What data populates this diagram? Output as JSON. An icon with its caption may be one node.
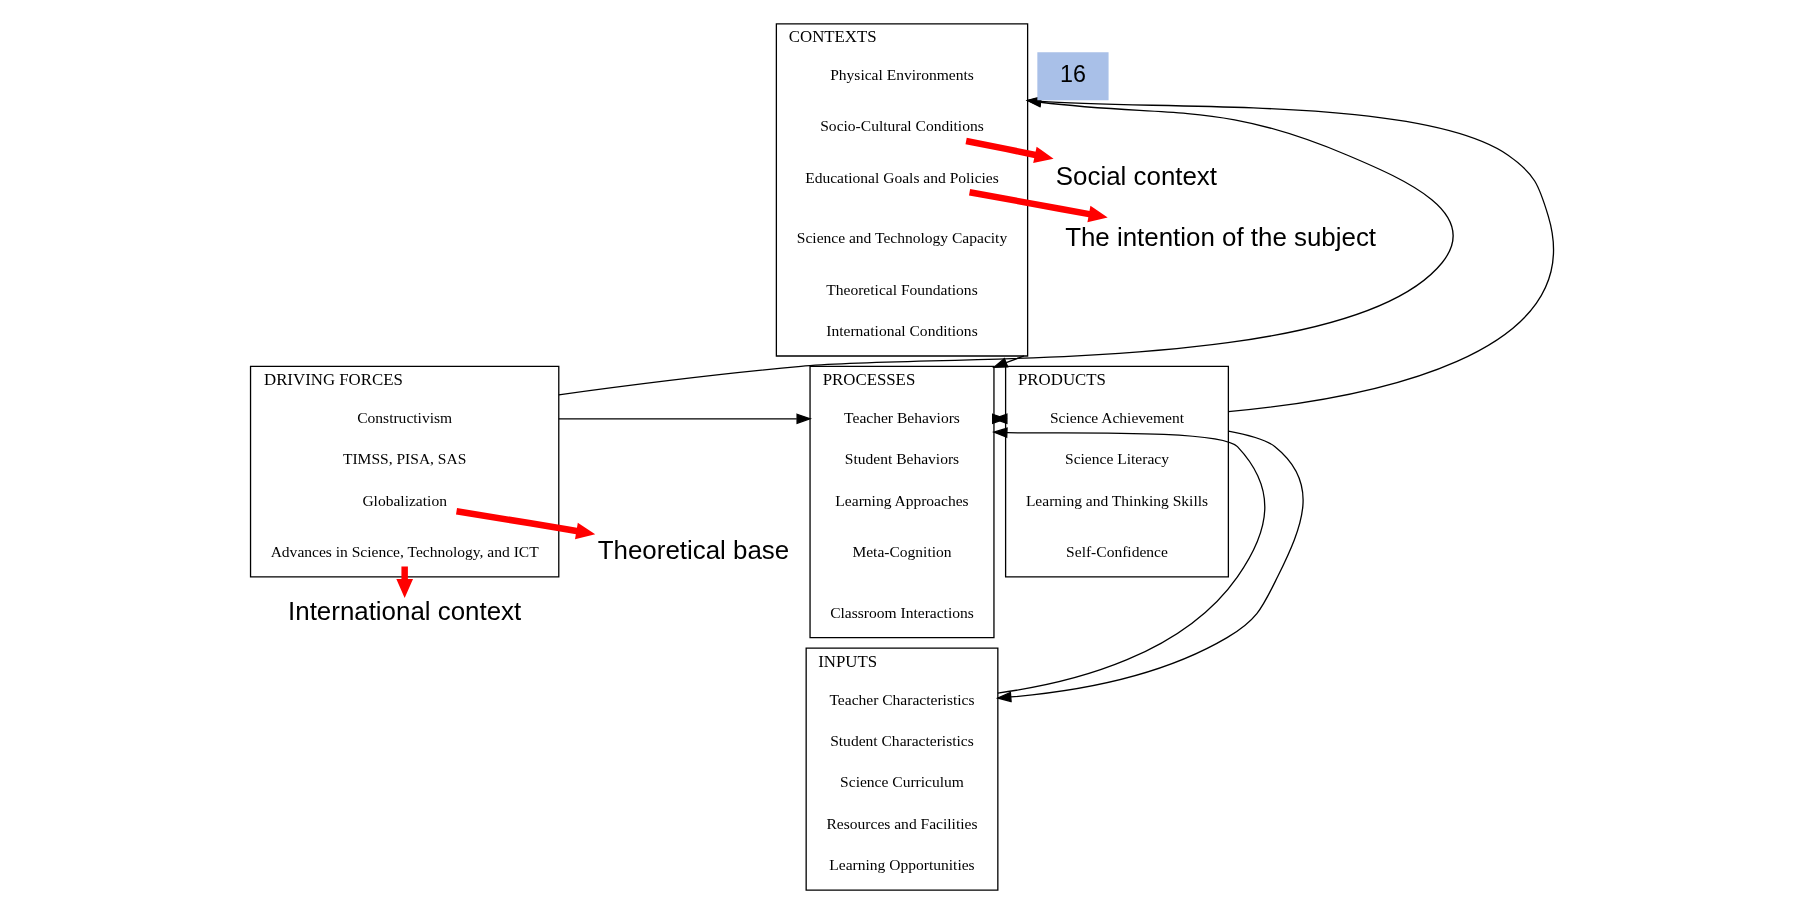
{
  "diagram": {
    "nodes": [
      {
        "text": [
          "CONTEXTS"
        ]
      },
      {
        "text": [
          "Physical Environments"
        ],
        "in": 0
      },
      {
        "text": [
          "Socio-Cultural Conditions"
        ],
        "in": 0
      },
      {
        "text": [
          "Educational Goals and Policies"
        ],
        "in": 0
      },
      {
        "text": [
          "Science and Technology Capacity"
        ],
        "in": 0
      },
      {
        "text": [
          "Theoretical Foundations"
        ],
        "in": 0
      },
      {
        "text": [
          "International Conditions"
        ],
        "in": 0
      },
      {
        "text": [
          "DRIVING FORCES"
        ]
      },
      {
        "text": [
          "Constructivism"
        ],
        "in": 7
      },
      {
        "text": [
          "TIMSS, PISA, SAS"
        ],
        "in": 7
      },
      {
        "text": [
          "Globalization"
        ],
        "in": 7
      },
      {
        "text": [
          "Advances in Science, Technology, and ICT"
        ],
        "in": 7
      },
      {
        "text": [
          "PROCESSES"
        ]
      },
      {
        "text": [
          "Teacher Behaviors"
        ],
        "in": 12
      },
      {
        "text": [
          "Student Behaviors"
        ],
        "in": 12
      },
      {
        "text": [
          "Learning Approaches"
        ],
        "in": 12
      },
      {
        "text": [
          "Meta-Cognition"
        ],
        "in": 12
      },
      {
        "text": [
          "Classroom Interactions"
        ],
        "in": 12
      },
      {
        "text": [
          "PRODUCTS"
        ]
      },
      {
        "text": [
          "Science Achievement"
        ],
        "in": 18
      },
      {
        "text": [
          "Science Literacy"
        ],
        "in": 18
      },
      {
        "text": [
          "Learning and Thinking Skills"
        ],
        "in": 18
      },
      {
        "text": [
          "Self-Confidence"
        ],
        "in": 18
      },
      {
        "text": [
          "INPUTS"
        ]
      },
      {
        "text": [
          "Teacher Characteristics"
        ],
        "in": 23
      },
      {
        "text": [
          "Student Characteristics"
        ],
        "in": 23
      },
      {
        "text": [
          "Science Curriculum"
        ],
        "in": 23
      },
      {
        "text": [
          "Resources and Facilities"
        ],
        "in": 23
      },
      {
        "text": [
          "Learning Opportunities"
        ],
        "in": 23
      },
      {
        "text": [
          "Social context"
        ]
      },
      {
        "text": [
          "The intention of the subject"
        ]
      },
      {
        "text": [
          "Theoretical base"
        ]
      },
      {
        "text": [
          "International context"
        ]
      }
    ],
    "edges": [
      {
        "from": 7,
        "to": 0,
        "arrow": "to"
      },
      {
        "from": 0,
        "to": 12,
        "arrow": "to"
      },
      {
        "from": 7,
        "to": 12,
        "arrow": "to"
      },
      {
        "from": 12,
        "to": 18,
        "arrow": "both"
      },
      {
        "from": 23,
        "to": 12,
        "arrow": "to"
      },
      {
        "from": 18,
        "to": 0,
        "arrow": "to"
      },
      {
        "from": 18,
        "to": 23,
        "arrow": "to"
      },
      {
        "from": 2,
        "to": 29,
        "arrow": "to",
        "style": "thick",
        "color": "#ff0000"
      },
      {
        "from": 3,
        "to": 30,
        "arrow": "to",
        "style": "thick",
        "color": "#ff0000"
      },
      {
        "from": 10,
        "to": 31,
        "arrow": "to",
        "style": "thick",
        "color": "#ff0000"
      },
      {
        "from": 11,
        "to": 32,
        "arrow": "to",
        "style": "thick",
        "color": "#ff0000"
      }
    ],
    "labels": [
      "16"
    ]
  }
}
